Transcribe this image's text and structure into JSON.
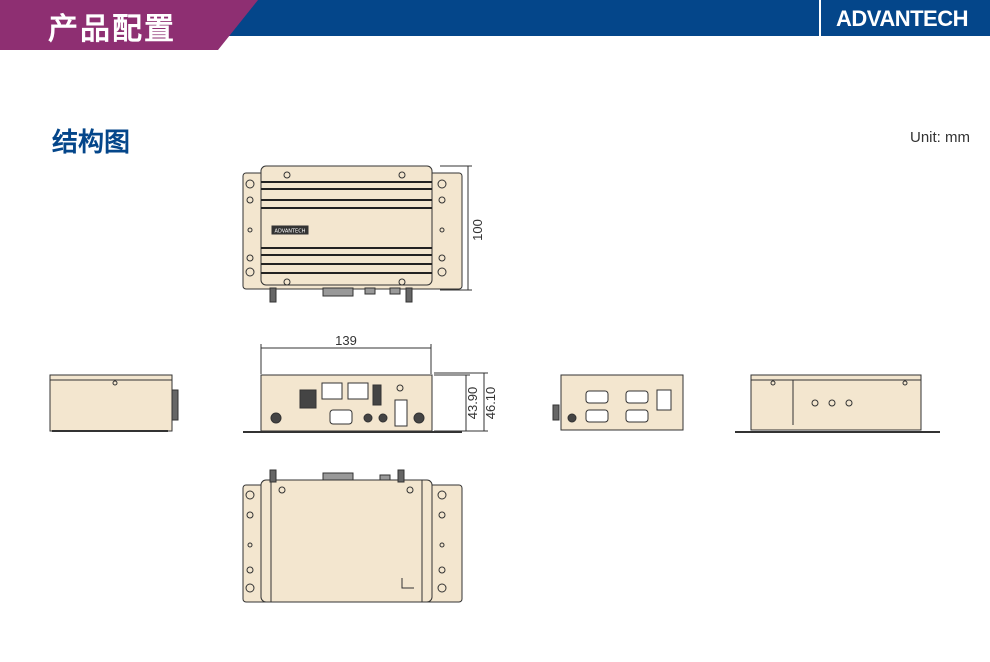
{
  "header": {
    "title": "产品配置",
    "logo": "ADVANTECH"
  },
  "section": {
    "title": "结构图",
    "unit": "Unit: mm"
  },
  "drawing": {
    "body_color": "#f3e6cf",
    "brand_plate": "ADVANTECH",
    "dimensions": {
      "height_top_view": "100",
      "width": "139",
      "height_body": "43.90",
      "height_total": "46.10"
    }
  },
  "colors": {
    "header_blue": "#04468a",
    "header_purple": "#8e2f72",
    "title_blue": "#04468a"
  }
}
